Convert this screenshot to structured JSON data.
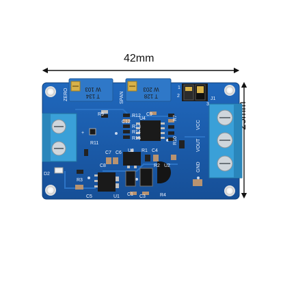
{
  "dimensions": {
    "width": "42mm",
    "height": "25mm"
  },
  "pots": [
    {
      "line1": "W 103",
      "line2": "T 134"
    },
    {
      "line1": "W 203",
      "line2": "T 128"
    }
  ],
  "silkscreen": {
    "zero": "ZERO",
    "span": "SPAN",
    "j1": "J1",
    "jumper_1": "1",
    "jumper_2": "2",
    "jumper_3": "3",
    "vcc": "VCC",
    "vout": "VOUT",
    "gnd": "GND",
    "r9": "R9",
    "r12": "R12",
    "r13": "R13",
    "r14": "R14",
    "r15": "R15",
    "r10": "R10",
    "r11": "R11",
    "r7": "R7",
    "r1": "R1",
    "r2": "R2",
    "r3": "R3",
    "r4": "R4",
    "c9": "C9",
    "c12": "C12",
    "c7": "C7",
    "c6": "C6",
    "c8": "C8",
    "c4": "C4",
    "c1": "C1",
    "c3": "C3",
    "c5": "C5",
    "u1": "U1",
    "u2": "U2",
    "u3": "U3",
    "u4": "U4",
    "d2": "D2",
    "plus": "+"
  },
  "colors": {
    "pcb": "#1b5fb0",
    "pcb_dark": "#134a8c",
    "terminal": "#3aa0d8",
    "pot": "#2f78c8",
    "brass": "#d8b24a"
  }
}
